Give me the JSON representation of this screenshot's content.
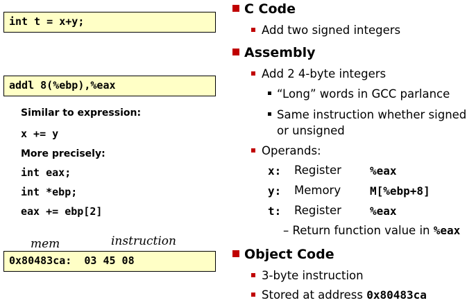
{
  "left": {
    "box1": "int t = x+y;",
    "box2": "addl 8(%ebp),%eax",
    "similar_label": "Similar to expression:",
    "expr": "x += y",
    "precise_label": "More precisely:",
    "line1": "int eax;",
    "line2": "int *ebp;",
    "line3": "eax += ebp[2]",
    "annot_mem": "mem",
    "annot_instr": "instruction",
    "box3": "0x80483ca:  03 45 08"
  },
  "right": {
    "c_code": {
      "title": "C Code",
      "bullet": "Add two signed integers"
    },
    "assembly": {
      "title": "Assembly",
      "bullet1": "Add 2 4-byte integers",
      "sub1": "“Long” words in GCC parlance",
      "sub2a": "Same instruction whether signed",
      "sub2b": "or unsigned",
      "operands_label": "Operands:",
      "operands": [
        {
          "name": "x:",
          "kind": "Register",
          "value": "%eax"
        },
        {
          "name": "y:",
          "kind": "Memory",
          "value": "M[%ebp+8]"
        },
        {
          "name": "t:",
          "kind": "Register",
          "value": "%eax"
        }
      ],
      "return_note_text": "Return function value in ",
      "return_note_reg": "%eax"
    },
    "object_code": {
      "title": "Object Code",
      "bullet1": "3-byte instruction",
      "bullet2_text": "Stored at address ",
      "bullet2_addr": "0x80483ca"
    }
  },
  "colors": {
    "box_fill": "#ffffc6",
    "bullet_red": "#c00000"
  }
}
